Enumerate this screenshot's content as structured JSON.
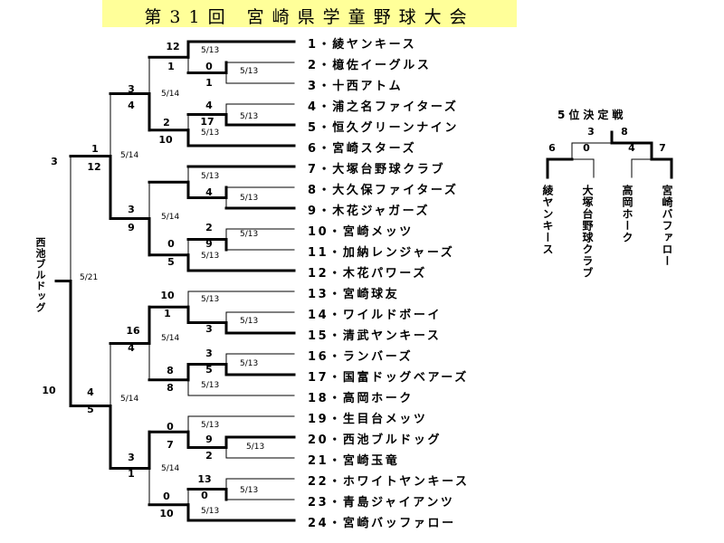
{
  "title": "第31回 宮崎県学童野球大会",
  "teams": [
    "1・綾ヤンキース",
    "2・檍佐イーグルス",
    "3・十西アトム",
    "4・浦之名ファイターズ",
    "5・恒久グリーンナイン",
    "6・宮崎スターズ",
    "7・大塚台野球クラブ",
    "8・大久保ファイターズ",
    "9・木花ジャガーズ",
    "10・宮崎メッツ",
    "11・加納レンジャーズ",
    "12・木花パワーズ",
    "13・宮崎球友",
    "14・ワイルドボーイ",
    "15・清武ヤンキース",
    "16・ランバーズ",
    "17・国富ドッグベアーズ",
    "18・高岡ホーク",
    "19・生目台メッツ",
    "20・西池ブルドッグ",
    "21・宮崎玉竜",
    "22・ホワイトヤンキース",
    "23・青島ジャイアンツ",
    "24・宮崎バッファロー"
  ],
  "scores": [
    "12",
    "1",
    "0",
    "1",
    "3",
    "4",
    "4",
    "17",
    "2",
    "10",
    "1",
    "12",
    "4",
    "3",
    "2",
    "9",
    "0",
    "9",
    "5",
    "3",
    "10",
    "1",
    "3",
    "16",
    "4",
    "3",
    "5",
    "8",
    "8",
    "4",
    "5",
    "0",
    "9",
    "7",
    "2",
    "13",
    "0",
    "0",
    "10",
    "3",
    "1",
    "3",
    "10"
  ],
  "dates": [
    "5/13",
    "5/13",
    "5/14",
    "5/13",
    "5/13",
    "5/14",
    "5/13",
    "5/13",
    "5/14",
    "5/13",
    "5/13",
    "5/21",
    "5/13",
    "5/13",
    "5/14",
    "5/13",
    "5/13",
    "5/14",
    "5/13",
    "5/13",
    "5/14",
    "5/13",
    "5/13"
  ],
  "champion": "西池ブルドッグ",
  "fifth": {
    "title": "5位決定戦",
    "scores": [
      "3",
      "8",
      "6",
      "0",
      "4",
      "7"
    ],
    "teams": [
      "綾ヤンキース",
      "大塚台野球クラブ",
      "高岡ホーク",
      "宮崎バファロー"
    ]
  }
}
